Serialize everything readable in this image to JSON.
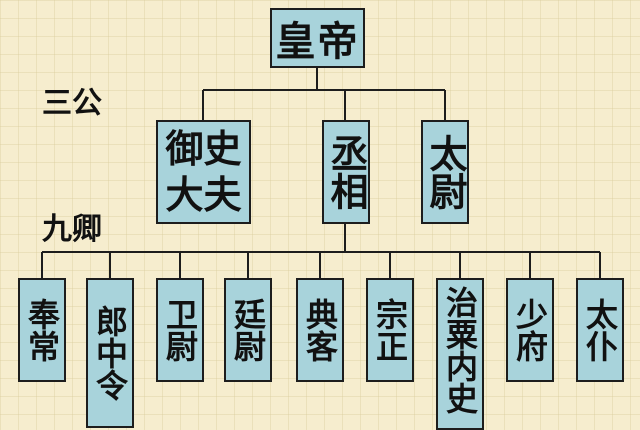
{
  "tiers": {
    "three_dukes": "三公",
    "nine_ministers": "九卿"
  },
  "emperor": "皇帝",
  "three_dukes": [
    {
      "id": "yushi",
      "label": "御史大夫"
    },
    {
      "id": "chengxiang",
      "label": "丞相"
    },
    {
      "id": "taiwei",
      "label": "太尉"
    }
  ],
  "nine_ministers": [
    {
      "id": "fengchang",
      "label": "奉常"
    },
    {
      "id": "langzhongling",
      "label": "郎中令"
    },
    {
      "id": "weiwei",
      "label": "卫尉"
    },
    {
      "id": "tingwei",
      "label": "廷尉"
    },
    {
      "id": "dianke",
      "label": "典客"
    },
    {
      "id": "zongzheng",
      "label": "宗正"
    },
    {
      "id": "zhisuneishi",
      "label": "治粟内史"
    },
    {
      "id": "shaofu",
      "label": "少府"
    },
    {
      "id": "taipu",
      "label": "太仆"
    }
  ],
  "colors": {
    "box_fill": "#a8d3db",
    "border": "#1d1d1d",
    "background": "#f6edce"
  }
}
